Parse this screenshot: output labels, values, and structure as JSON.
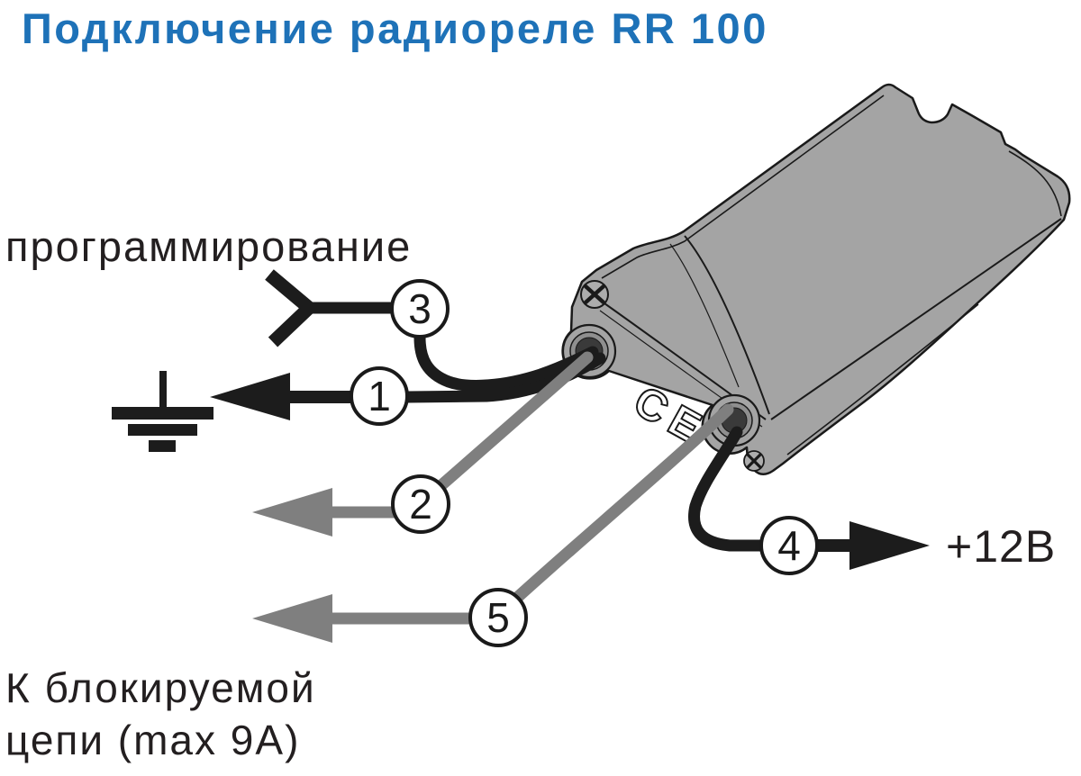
{
  "title": "Подключение радиореле RR 100",
  "labels": {
    "programming": "программирование",
    "power": "+12В",
    "blocked_circuit_line1": "К блокируемой",
    "blocked_circuit_line2": "цепи (max 9A)"
  },
  "device": {
    "ce_mark": "CE"
  },
  "callouts": [
    {
      "number": "1",
      "wire_color": "black",
      "connects_to": "ground-symbol"
    },
    {
      "number": "2",
      "wire_color": "gray",
      "connects_to": "blocked-circuit"
    },
    {
      "number": "3",
      "wire_color": "black",
      "connects_to": "programming-fork"
    },
    {
      "number": "4",
      "wire_color": "black",
      "connects_to": "+12V"
    },
    {
      "number": "5",
      "wire_color": "gray",
      "connects_to": "blocked-circuit"
    }
  ],
  "colors": {
    "title_blue": "#1E72B8",
    "text_dark": "#231F20",
    "device_gray": "#A4A4A4",
    "wire_black": "#1C1C1C",
    "wire_gray": "#7F7F7F"
  }
}
